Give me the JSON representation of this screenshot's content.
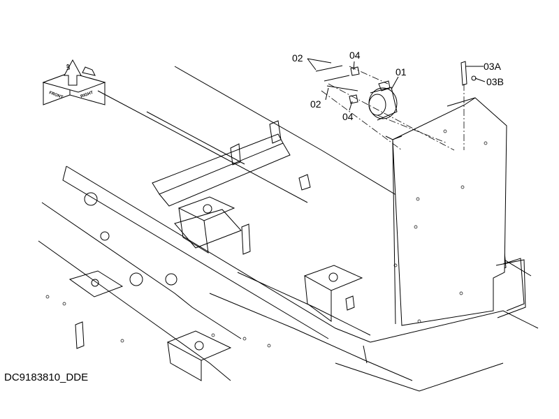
{
  "callouts": {
    "c01": "01",
    "c02_top": "02",
    "c02_bottom": "02",
    "c03a": "03A",
    "c03b": "03B",
    "c04_top": "04",
    "c04_bottom": "04"
  },
  "orientation_icon": {
    "front_label": "FRONT",
    "right_label": "RIGHT",
    "up_label": "UP"
  },
  "drawing_id": "DC9183810_DDE"
}
